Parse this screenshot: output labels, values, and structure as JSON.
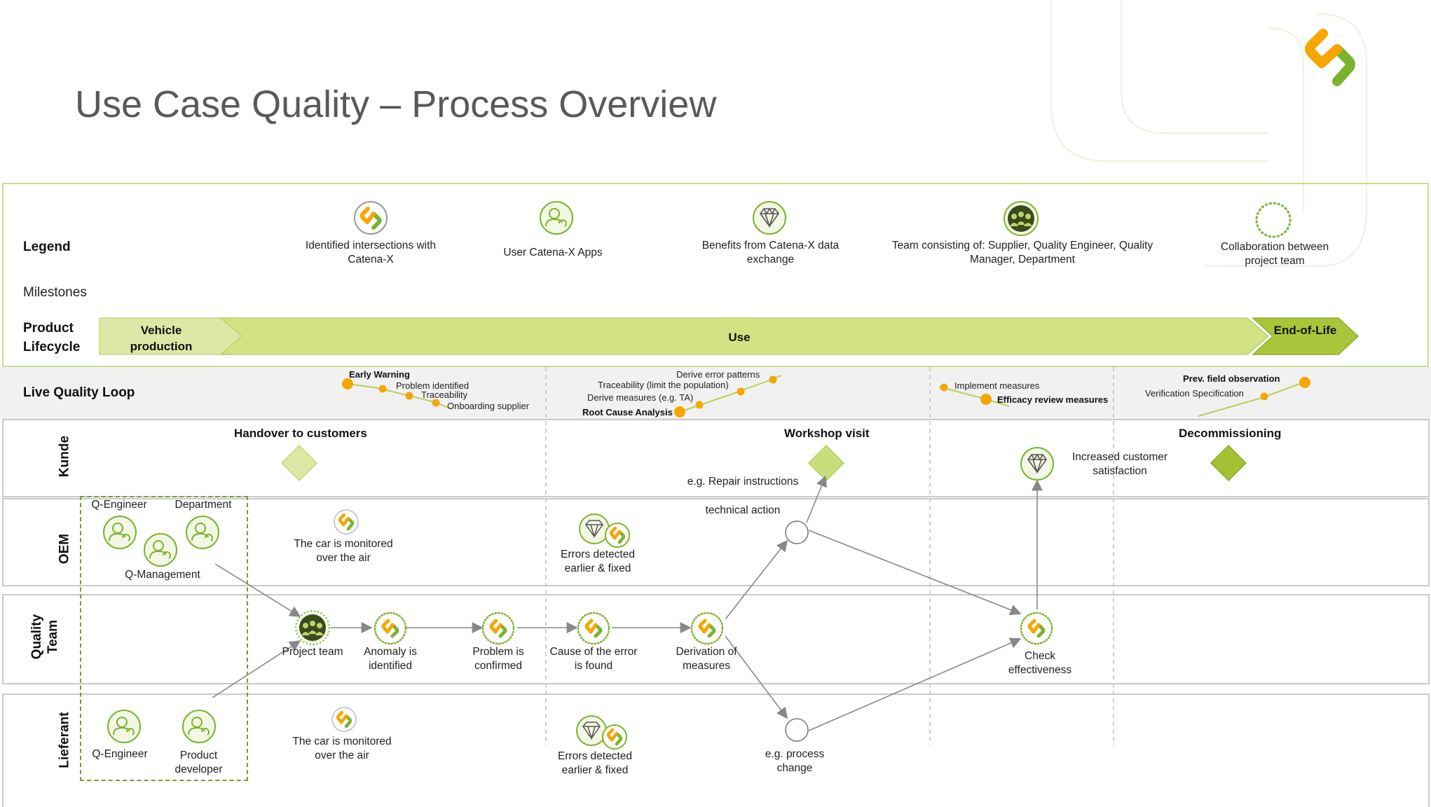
{
  "title": "Use Case Quality – Process Overview",
  "legend": {
    "heading": "Legend",
    "items": [
      {
        "label": "Identified intersections with Catena-X",
        "icon": "catena-x-logo-icon"
      },
      {
        "label": "User Catena-X Apps",
        "icon": "user-apps-icon"
      },
      {
        "label": "Benefits from Catena-X data exchange",
        "icon": "diamond-icon"
      },
      {
        "label": "Team consisting of: Supplier, Quality Engineer, Quality Manager, Department",
        "icon": "team-icon"
      },
      {
        "label": "Collaboration between project team",
        "icon": "dotted-circle-icon"
      }
    ],
    "milestones": "Milestones",
    "product_lifecycle": "Product Lifecycle",
    "phases": [
      "Vehicle production",
      "Use",
      "End-of-Life"
    ]
  },
  "live_loop": {
    "label": "Live Quality Loop",
    "group1": [
      "Early Warning",
      "Problem identified",
      "Traceability",
      "Onboarding supplier"
    ],
    "group2": [
      "Derive error patterns",
      "Traceability (limit the population)",
      "Derive measures (e.g. TA)",
      "Root Cause Analysis"
    ],
    "group3": [
      "Implement measures",
      "Efficacy review measures"
    ],
    "group4": [
      "Prev. field observation",
      "Verification Specification"
    ]
  },
  "lanes": [
    "Kunde",
    "OEM",
    "Quality Team",
    "Lieferant"
  ],
  "kunde": {
    "milestones": [
      "Handover to customers",
      "Workshop visit",
      "Decommissioning"
    ],
    "repair": "e.g. Repair instructions",
    "satisfaction": "Increased customer satisfaction"
  },
  "oem": {
    "roles": [
      "Q-Engineer",
      "Department",
      "Q-Management"
    ],
    "monitored": "The car is monitored over the air",
    "errors": "Errors detected earlier & fixed",
    "technical": "technical action"
  },
  "quality": {
    "steps": [
      "Project team",
      "Anomaly is identified",
      "Problem is confirmed",
      "Cause of the error is found",
      "Derivation of measures",
      "Check effectiveness"
    ]
  },
  "lieferant": {
    "roles": [
      "Q-Engineer",
      "Product developer"
    ],
    "monitored": "The car is monitored over the air",
    "errors": "Errors detected earlier & fixed",
    "process": "e.g. process change"
  },
  "colors": {
    "green_light": "#dbe89f",
    "green_mid": "#cfe07b",
    "green_dark": "#a8c43a",
    "orange": "#f7a600",
    "icon_green": "#7bb32e"
  }
}
